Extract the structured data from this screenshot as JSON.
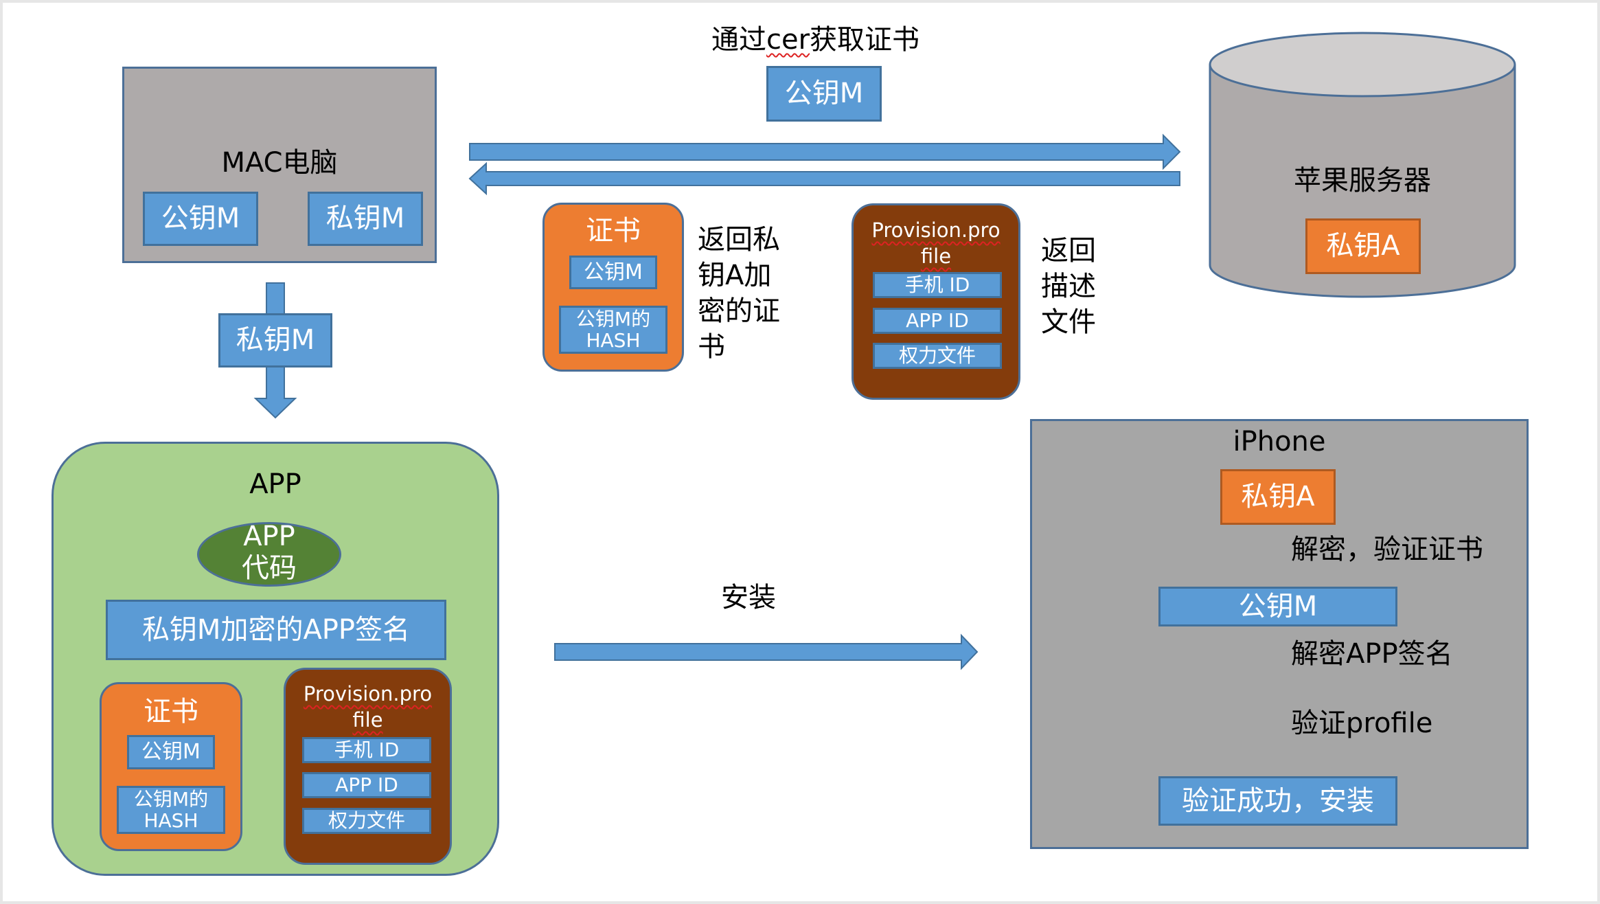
{
  "mac": {
    "title": "MAC电脑",
    "public_key": "公钥M",
    "private_key": "私钥M"
  },
  "flow_private_key": "私钥M",
  "request": {
    "label": "通过cer获取证书",
    "payload": "公钥M"
  },
  "apple_server": {
    "title": "苹果服务器",
    "private_key": "私钥A"
  },
  "certificate_return": {
    "title": "证书",
    "public_key": "公钥M",
    "hash": "公钥M的HASH",
    "caption_lines": [
      "返回私",
      "钥A加",
      "密的证",
      "书"
    ]
  },
  "profile_return": {
    "title_lines": [
      "Provision.pro",
      "file"
    ],
    "items": [
      "手机 ID",
      "APP ID",
      "权力文件"
    ],
    "caption_lines": [
      "返回",
      "描述",
      "文件"
    ]
  },
  "app": {
    "title": "APP",
    "code_lines": [
      "APP",
      "代码"
    ],
    "signature": "私钥M加密的APP签名",
    "certificate": {
      "title": "证书",
      "public_key": "公钥M",
      "hash": "公钥M的HASH"
    },
    "profile": {
      "title_lines": [
        "Provision.pro",
        "file"
      ],
      "items": [
        "手机 ID",
        "APP ID",
        "权力文件"
      ]
    }
  },
  "install_label": "安装",
  "iphone": {
    "title": "iPhone",
    "private_key": "私钥A",
    "step1": "解密，验证证书",
    "public_key": "公钥M",
    "step2": "解密APP签名",
    "step3": "验证profile",
    "result": "验证成功，安装"
  },
  "colors": {
    "blue": "#5b9bd5",
    "orange": "#ed7d31",
    "brown": "#843c0c",
    "green": "#a9d18e",
    "dark_green": "#548235",
    "gray": "#a6a6a6"
  }
}
